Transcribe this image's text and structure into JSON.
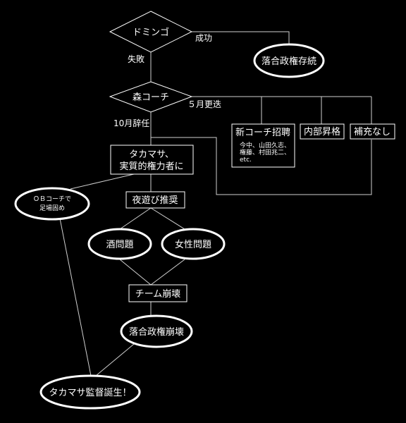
{
  "nodes": {
    "domingo": "ドミンゴ",
    "ochiai_survive": "落合政権存続",
    "mori_coach": "森コーチ",
    "new_coach": "新コーチ招聘",
    "new_coach_names": [
      "今中、山田久志、",
      "権藤、村田兆二、",
      "etc."
    ],
    "internal_promotion": "内部昇格",
    "no_replacement": "補充なし",
    "takamasa_power": [
      "タカマサ、",
      "実質的権力者に"
    ],
    "ob_coach": [
      "ＯＢコーチで",
      "足場固め"
    ],
    "night_play": "夜遊び推奨",
    "alcohol_problem": "酒問題",
    "women_problem": "女性問題",
    "team_collapse": "チーム崩壊",
    "ochiai_collapse": "落合政権崩壊",
    "takamasa_manager": "タカマサ監督誕生！"
  },
  "edge_labels": {
    "success": "成功",
    "failure": "失敗",
    "may_transfer": "５月更迭",
    "october_resign": "10月辞任"
  }
}
